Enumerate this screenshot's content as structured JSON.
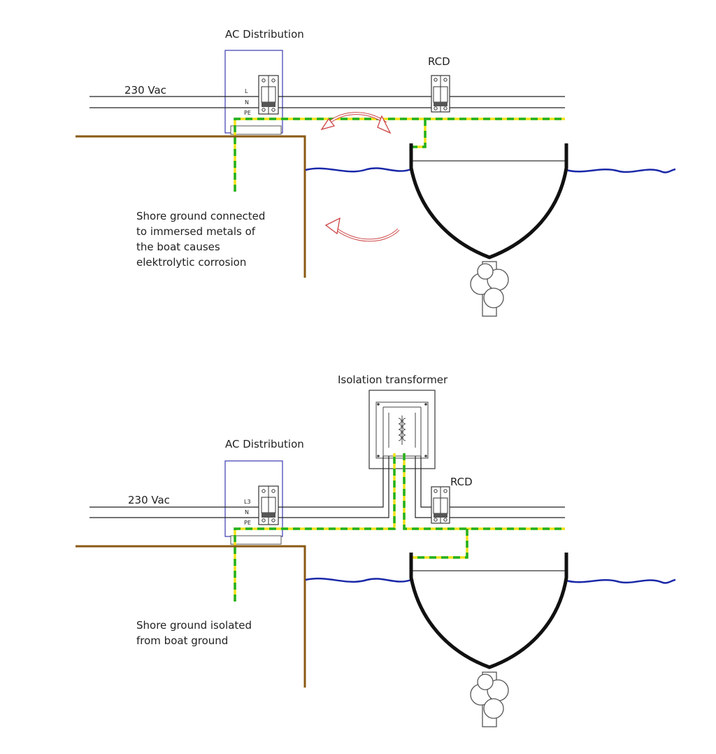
{
  "colors": {
    "wire": "#222222",
    "pe_green": "#22b022",
    "pe_yellow": "#f2e21a",
    "shore": "#8a5a14",
    "water": "#1a28a8",
    "hull": "#111111",
    "arrow": "#cc4444",
    "panel_border": "#3a3ab0"
  },
  "icons": {
    "breaker": "circuit-breaker-icon",
    "transformer": "transformer-coil-icon",
    "propeller": "propeller-icon",
    "arrow": "curved-arrow-icon"
  },
  "top": {
    "distribution_label": "AC Distribution",
    "rcd_label": "RCD",
    "voltage_label": "230 Vac",
    "terminals": [
      "L",
      "N",
      "PE"
    ],
    "caption": [
      "Shore ground connected",
      "to immersed metals of",
      "the boat causes",
      "elektrolytic corrosion"
    ]
  },
  "bottom": {
    "transformer_label": "Isolation transformer",
    "distribution_label": "AC Distribution",
    "rcd_label": "RCD",
    "voltage_label": "230 Vac",
    "terminals": [
      "L3",
      "N",
      "PE"
    ],
    "caption": [
      "Shore ground isolated",
      "from boat ground"
    ]
  }
}
